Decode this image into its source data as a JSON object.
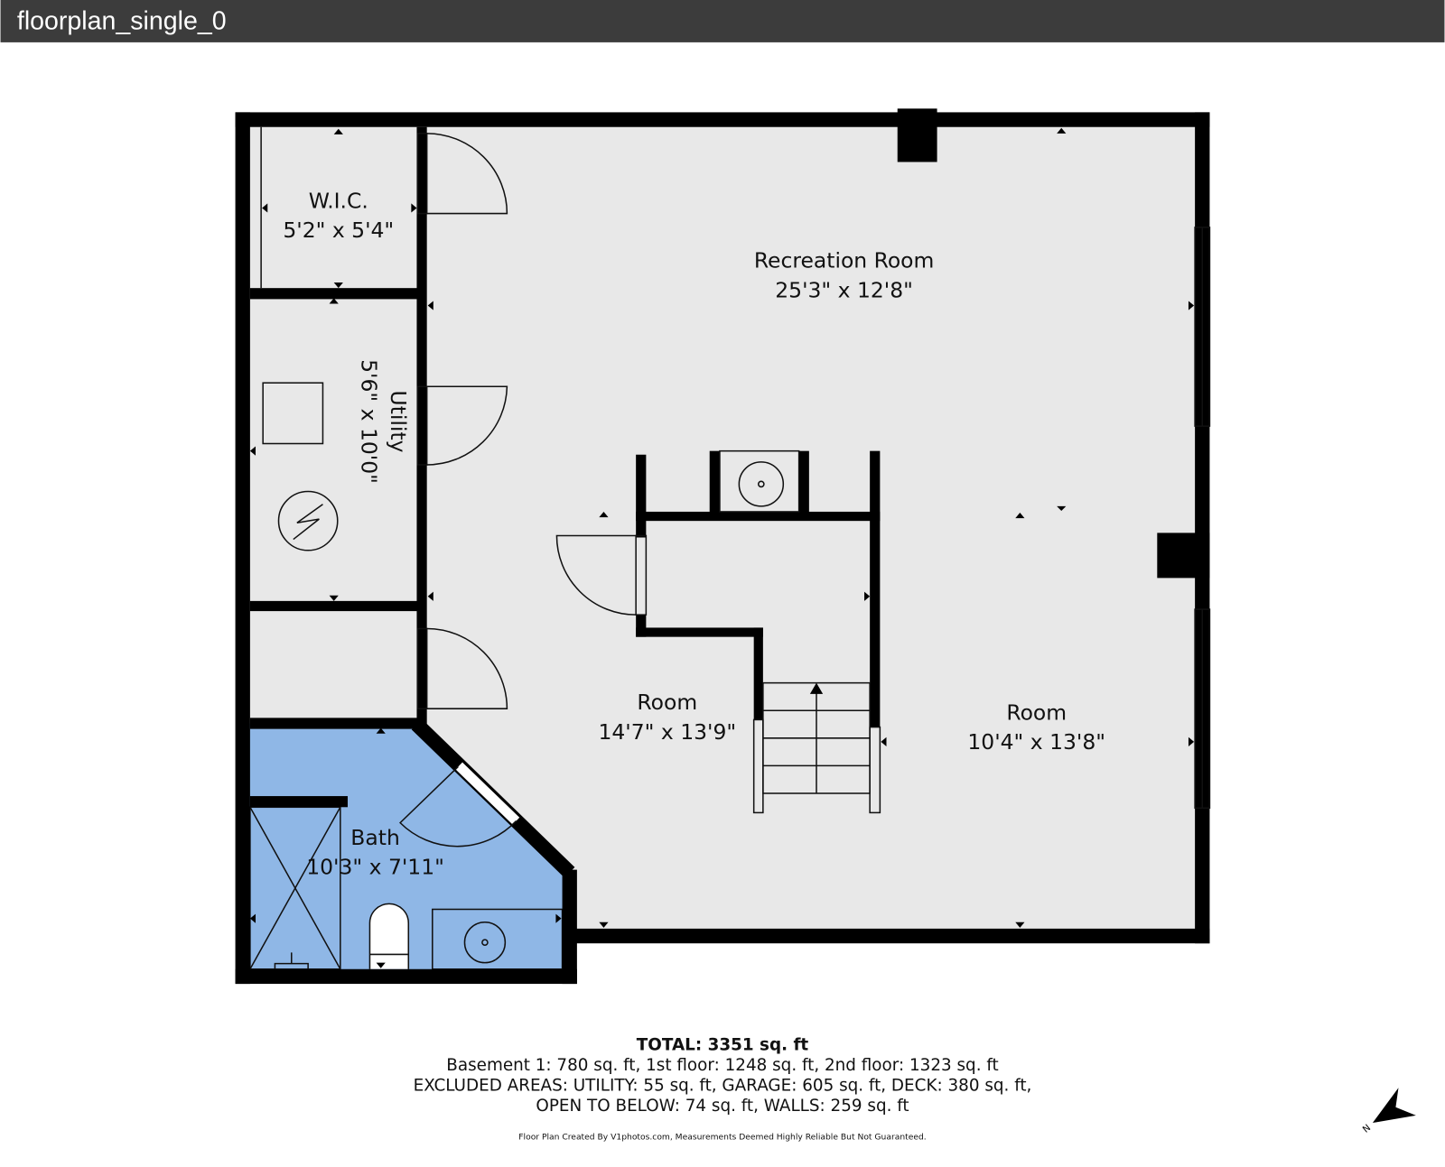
{
  "window": {
    "title": "floorplan_single_0"
  },
  "colors": {
    "floor": "#e8e8e8",
    "bath": "#8fb7e6",
    "wall": "#000000",
    "titlebar": "#3c3c3c"
  },
  "rooms": [
    {
      "name": "W.I.C.",
      "size": "5'2\" x 5'4\""
    },
    {
      "name": "Recreation Room",
      "size": "25'3\" x 12'8\""
    },
    {
      "name": "Utility",
      "size": "5'6\" x 10'0\""
    },
    {
      "name": "Room",
      "size": "14'7\" x 13'9\""
    },
    {
      "name": "Room",
      "size": "10'4\" x 13'8\""
    },
    {
      "name": "Bath",
      "size": "10'3\" x 7'11\""
    }
  ],
  "summary": {
    "total": "TOTAL: 3351 sq. ft",
    "floors": "Basement 1: 780 sq. ft, 1st floor: 1248 sq. ft, 2nd floor: 1323 sq. ft",
    "excluded": "EXCLUDED AREAS: UTILITY: 55 sq. ft, GARAGE: 605 sq. ft, DECK: 380 sq. ft,",
    "excluded2": "OPEN TO BELOW: 74 sq. ft, WALLS: 259 sq. ft",
    "credit": "Floor Plan Created By V1photos.com, Measurements Deemed Highly Reliable But Not Guaranteed."
  },
  "compass": {
    "label": "N"
  }
}
